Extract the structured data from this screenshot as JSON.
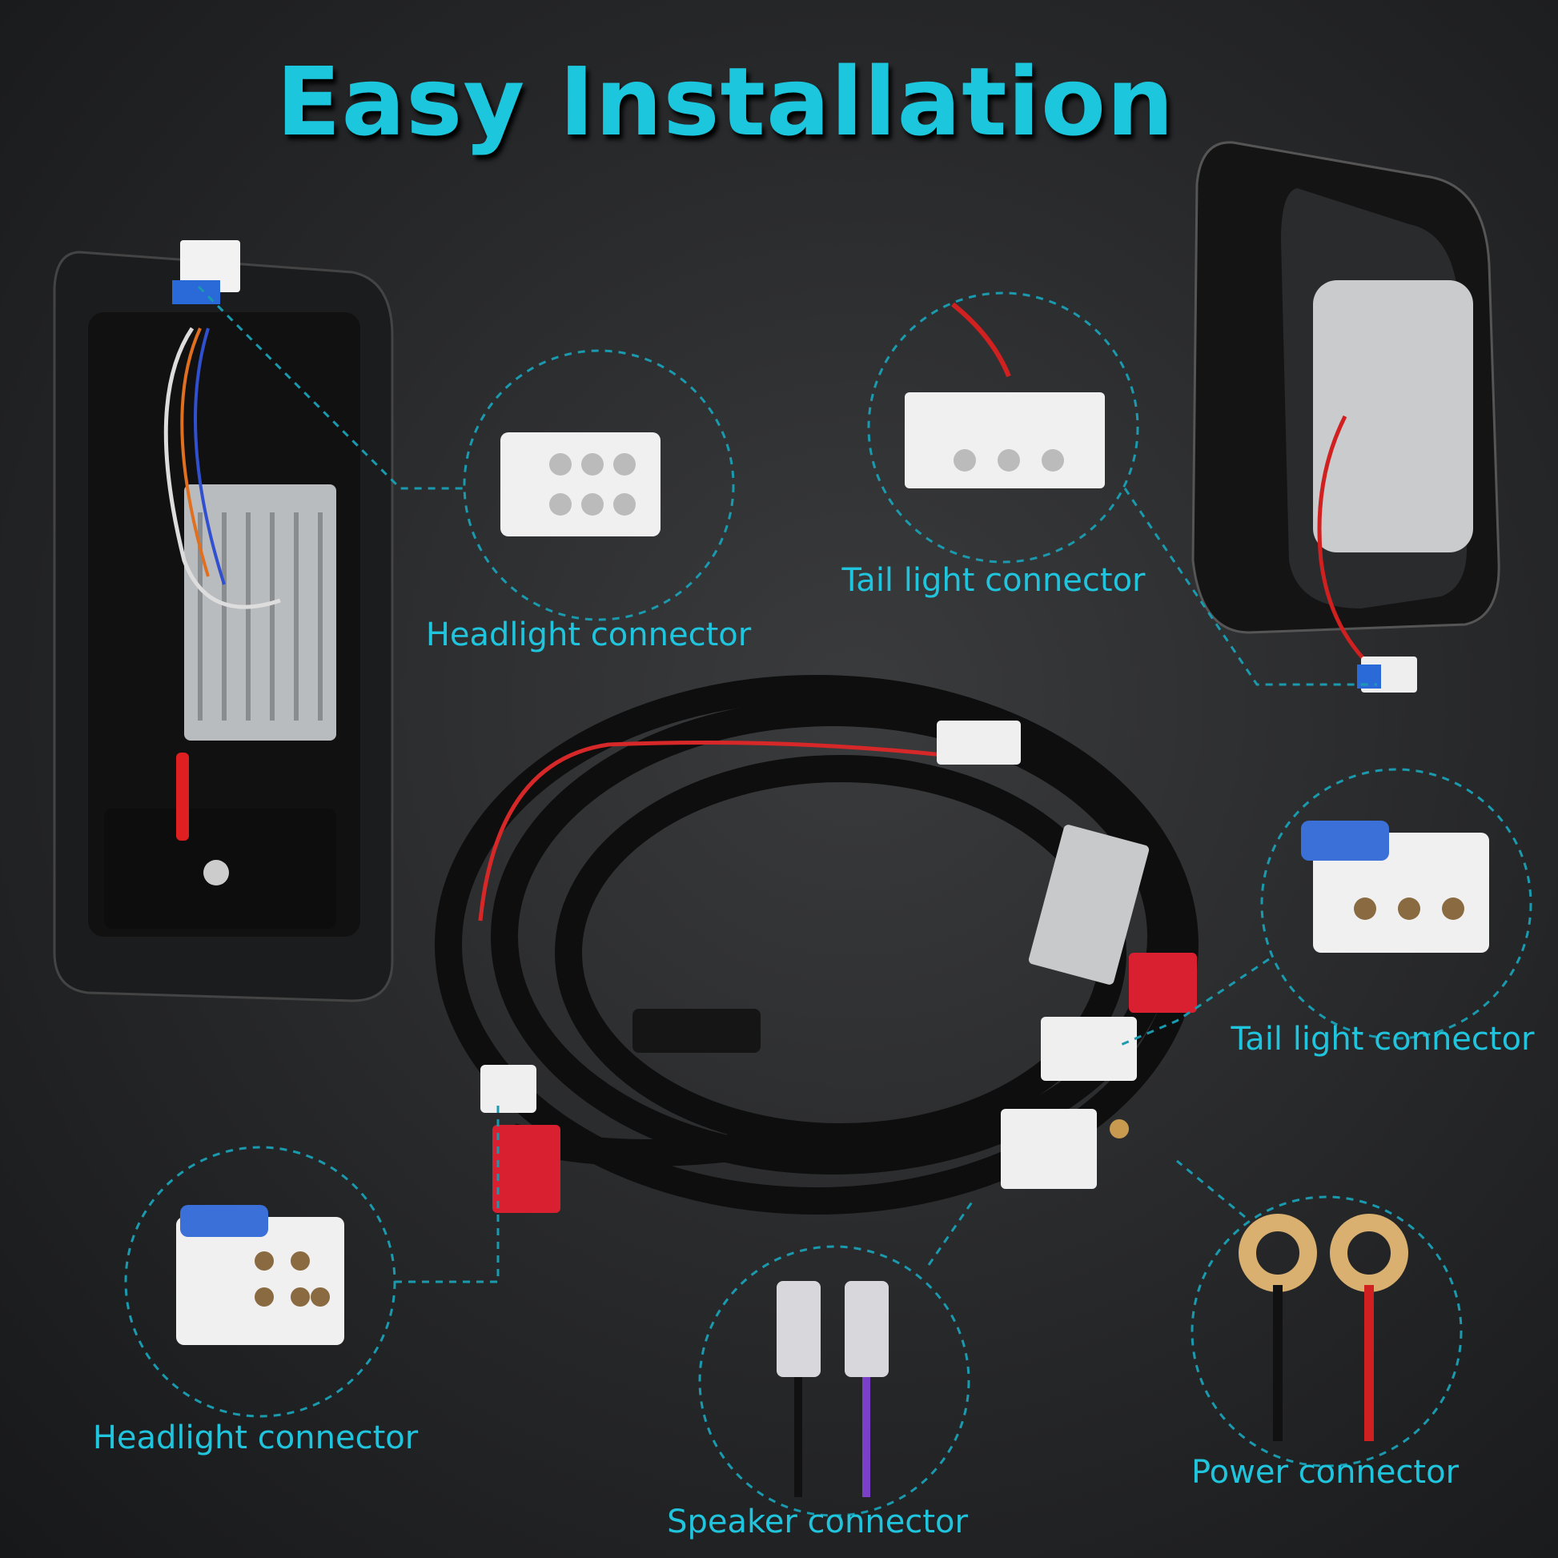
{
  "title": "Easy Installation",
  "callouts": [
    {
      "label": "Headlight connector"
    },
    {
      "label": "Tail light connector"
    },
    {
      "label": "Tail light connector"
    },
    {
      "label": "Headlight connector"
    },
    {
      "label": "Speaker connector"
    },
    {
      "label": "Power connector"
    }
  ],
  "colors": {
    "accent": "#1cc6dd",
    "background": "#2a2b2d"
  }
}
